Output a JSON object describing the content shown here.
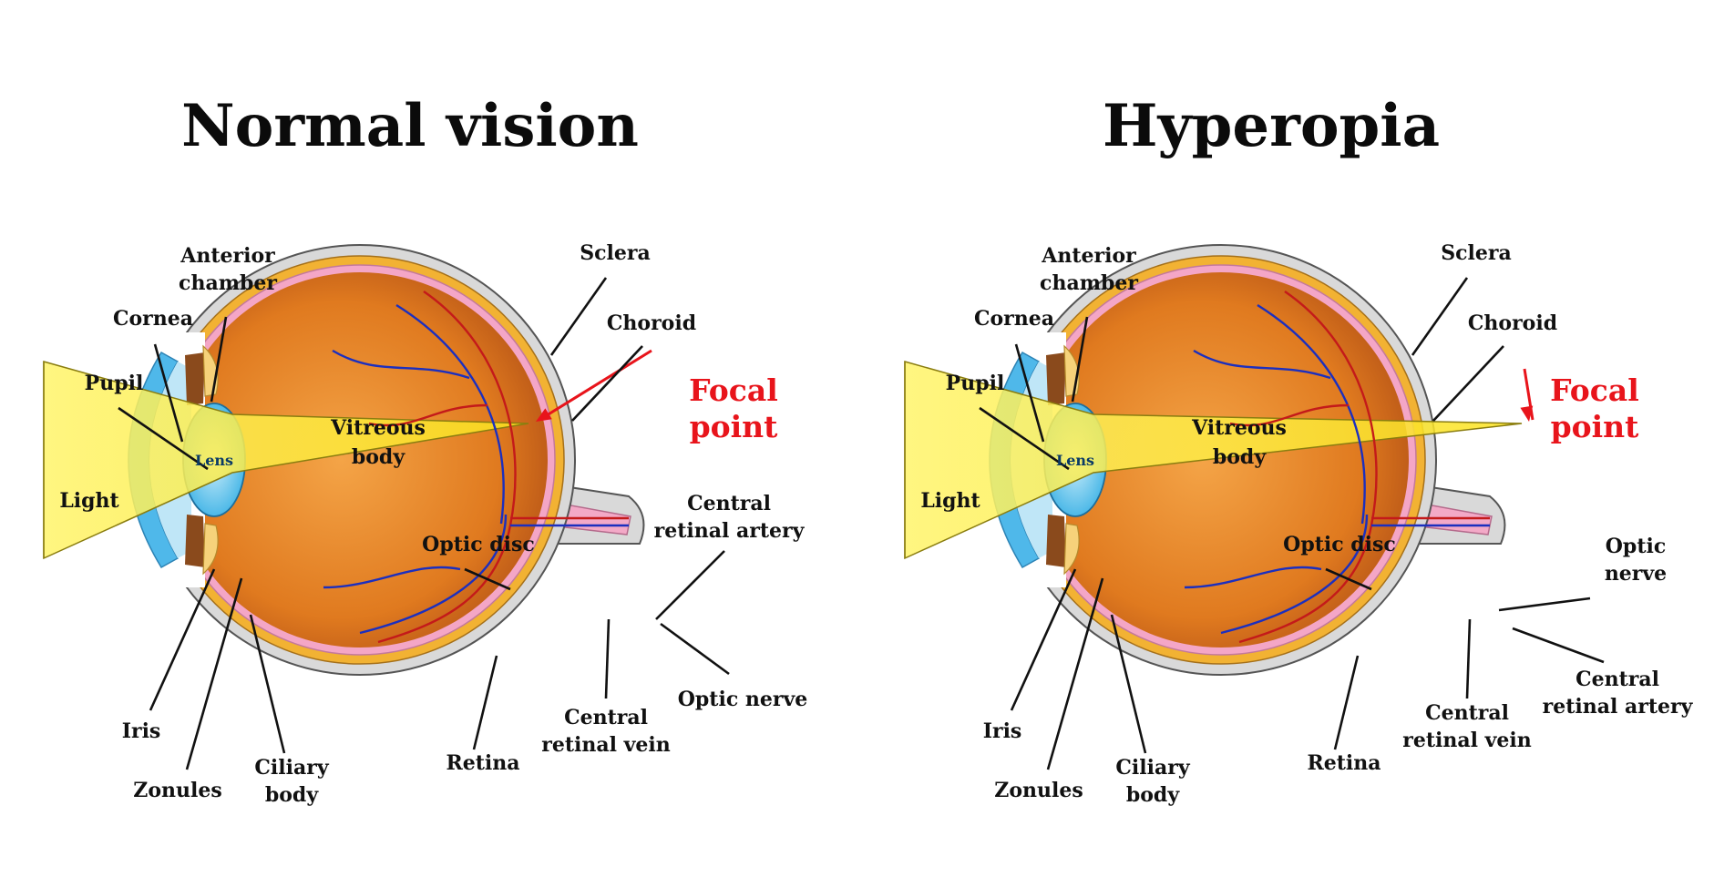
{
  "panels": [
    {
      "title": "Normal vision",
      "focal_in_eye": true,
      "labels": {
        "anterior_chamber": [
          "Anterior",
          "chamber"
        ],
        "cornea": [
          "Cornea"
        ],
        "pupil": [
          "Pupil"
        ],
        "light": [
          "Light"
        ],
        "lens": [
          "Lens"
        ],
        "vitreous_body": [
          "Vitreous",
          "body"
        ],
        "sclera": [
          "Sclera"
        ],
        "choroid": [
          "Choroid"
        ],
        "focal_point": [
          "Focal",
          "point"
        ],
        "optic_disc": [
          "Optic disc"
        ],
        "central_retinal_artery": [
          "Central",
          "retinal artery"
        ],
        "optic_nerve": [
          "Optic nerve"
        ],
        "central_retinal_vein": [
          "Central",
          "retinal vein"
        ],
        "retina": [
          "Retina"
        ],
        "iris": [
          "Iris"
        ],
        "zonules": [
          "Zonules"
        ],
        "ciliary_body": [
          "Ciliary",
          "body"
        ]
      }
    },
    {
      "title": "Hyperopia",
      "focal_in_eye": false,
      "labels": {
        "anterior_chamber": [
          "Anterior",
          "chamber"
        ],
        "cornea": [
          "Cornea"
        ],
        "pupil": [
          "Pupil"
        ],
        "light": [
          "Light"
        ],
        "lens": [
          "Lens"
        ],
        "vitreous_body": [
          "Vitreous",
          "body"
        ],
        "sclera": [
          "Sclera"
        ],
        "choroid": [
          "Choroid"
        ],
        "focal_point": [
          "Focal",
          "point"
        ],
        "optic_disc": [
          "Optic disc"
        ],
        "optic_nerve": [
          "Optic",
          "nerve"
        ],
        "central_retinal_artery": [
          "Central",
          "retinal artery"
        ],
        "central_retinal_vein": [
          "Central",
          "retinal vein"
        ],
        "retina": [
          "Retina"
        ],
        "iris": [
          "Iris"
        ],
        "zonules": [
          "Zonules"
        ],
        "ciliary_body": [
          "Ciliary",
          "body"
        ]
      }
    }
  ],
  "colors": {
    "sclera": "#d9d9d9",
    "choroid": "#f2b233",
    "retina": "#f4a6c6",
    "vitreous": "#e07a1f",
    "cornea": "#4fb8ea",
    "lens": "#6cc7ec",
    "light": "#fff34a",
    "focal": "#e8141b",
    "vein": "#1b2fbf",
    "artery": "#c41a1a"
  }
}
